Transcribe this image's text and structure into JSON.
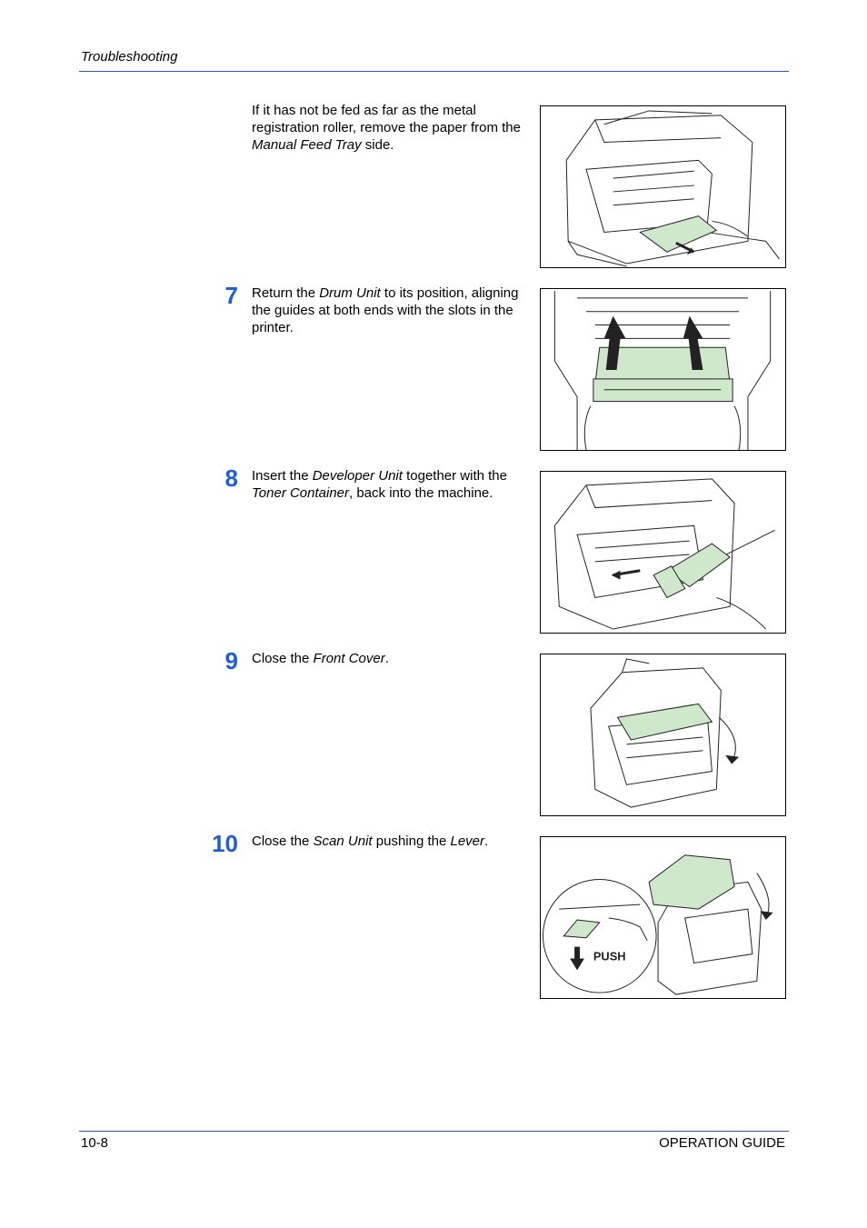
{
  "header": {
    "title": "Troubleshooting"
  },
  "intro": {
    "text_a": "If it has not be fed as far as the metal registration roller, remove the paper from the ",
    "text_b": "Manual Feed Tray",
    "text_c": " side."
  },
  "steps": [
    {
      "number": "7",
      "a": "Return the ",
      "b": "Drum Unit",
      "c": " to its position, aligning the guides at both ends with the slots in the printer."
    },
    {
      "number": "8",
      "a": "Insert the ",
      "b": "Developer Unit",
      "c": " together with the ",
      "d": "Toner Container",
      "e": ", back into the machine."
    },
    {
      "number": "9",
      "a": "Close the ",
      "b": "Front Cover",
      "c": "."
    },
    {
      "number": "10",
      "a": "Close the ",
      "b": "Scan Unit",
      "c": " pushing the ",
      "d": "Lever",
      "e": "."
    }
  ],
  "figures": {
    "push_label": "PUSH",
    "accent_green": "#cfe8cc",
    "line_color": "#222222"
  },
  "footer": {
    "page": "10-8",
    "guide": "OPERATION GUIDE"
  },
  "colors": {
    "rule": "#2c55c8",
    "step_number": "#1f5fd6"
  }
}
